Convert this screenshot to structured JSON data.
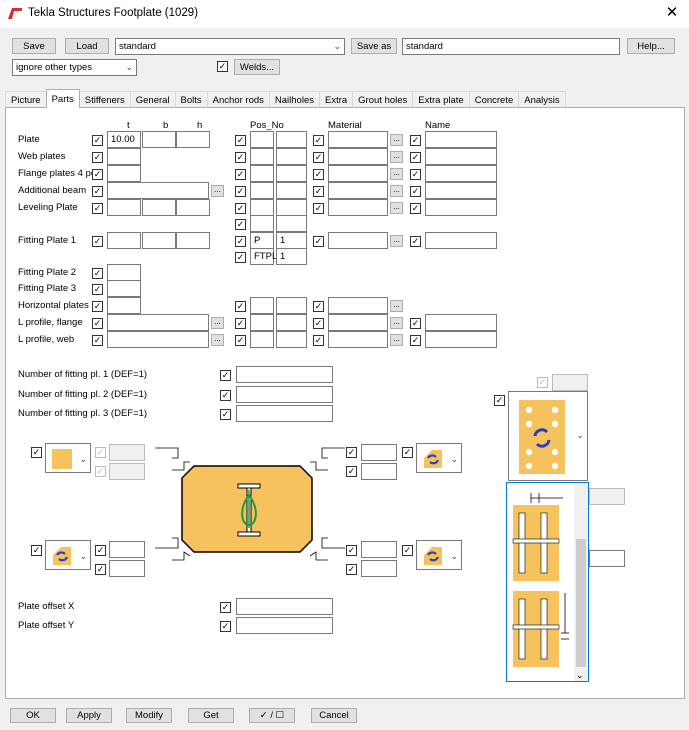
{
  "window": {
    "title": "Tekla Structures  Footplate (1029)"
  },
  "toolbar": {
    "save": "Save",
    "load": "Load",
    "preset": "standard",
    "save_as": "Save as",
    "save_as_name": "standard",
    "help": "Help...",
    "filter": "ignore other types",
    "welds": "Welds..."
  },
  "tabs": [
    "Picture",
    "Parts",
    "Stiffeners",
    "General",
    "Bolts",
    "Anchor rods",
    "Nailholes",
    "Extra",
    "Grout holes",
    "Extra plate",
    "Concrete",
    "Analysis"
  ],
  "columns": {
    "t": "t",
    "b": "b",
    "h": "h",
    "pos_no": "Pos_No",
    "material": "Material",
    "name": "Name"
  },
  "rows": {
    "plate": {
      "label": "Plate",
      "t": "10.00"
    },
    "web_plates": {
      "label": "Web plates"
    },
    "flange_plates": {
      "label": "Flange plates 4 pc"
    },
    "additional_beam": {
      "label": "Additional beam"
    },
    "leveling_plate": {
      "label": "Leveling Plate"
    },
    "fitting_plate_1": {
      "label": "Fitting Plate 1",
      "pos_prefix_1": "P",
      "pos_start_1": "1",
      "pos_prefix_2": "FTPL",
      "pos_start_2": "1"
    },
    "fitting_plate_2": {
      "label": "Fitting Plate 2"
    },
    "fitting_plate_3": {
      "label": "Fitting Plate 3"
    },
    "horizontal_plates": {
      "label": "Horizontal plates"
    },
    "l_profile_flange": {
      "label": "L profile, flange"
    },
    "l_profile_web": {
      "label": "L profile, web"
    }
  },
  "counts": {
    "fitting_1": "Number of fitting pl. 1 (DEF=1)",
    "fitting_2": "Number of fitting pl. 2 (DEF=1)",
    "fitting_3": "Number of fitting pl. 3 (DEF=1)"
  },
  "offsets": {
    "x": "Plate offset X",
    "y": "Plate offset Y"
  },
  "bottom": {
    "ok": "OK",
    "apply": "Apply",
    "modify": "Modify",
    "get": "Get",
    "toggle": "✓ / ☐",
    "cancel": "Cancel"
  },
  "colors": {
    "plate_fill": "#f6c25e",
    "accent_blue": "#2c3fbf",
    "accent_green": "#1f9b3a",
    "title_icon": "#d32f2f"
  }
}
